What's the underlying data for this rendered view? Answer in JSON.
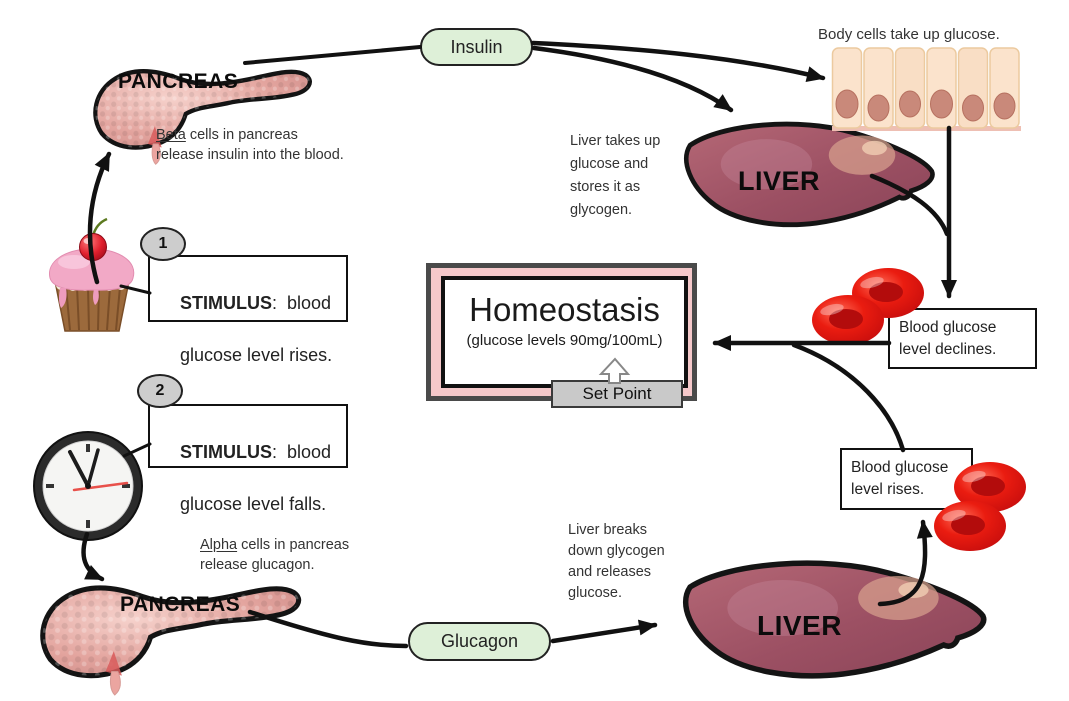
{
  "hormone_labels": {
    "insulin": "Insulin",
    "glucagon": "Glucagon"
  },
  "body_cells": {
    "caption": "Body cells take up glucose."
  },
  "pancreas_top": {
    "label": "PANCREAS",
    "note_underlined": "Beta",
    "note_line1_rest": " cells in pancreas",
    "note_line2": "release insulin into the blood."
  },
  "pancreas_bottom": {
    "label": "PANCREAS",
    "note_underlined": "Alpha",
    "note_line1_rest": " cells in pancreas",
    "note_line2": "release glucagon."
  },
  "liver_top": {
    "label": "LIVER",
    "note_l1": "Liver takes up",
    "note_l2": "glucose and",
    "note_l3": "stores it as",
    "note_l4": "glycogen."
  },
  "liver_bottom": {
    "label": "LIVER",
    "note_l1": "Liver breaks",
    "note_l2": "down glycogen",
    "note_l3": "and releases",
    "note_l4": "glucose."
  },
  "stimulus_1": {
    "badge": "1",
    "bold": "STIMULUS",
    "line1_rest": ":  blood",
    "line2": "glucose level rises."
  },
  "stimulus_2": {
    "badge": "2",
    "bold": "STIMULUS",
    "line1_rest": ":  blood",
    "line2": "glucose level falls."
  },
  "blood_declines": {
    "line1": "Blood glucose",
    "line2": "level declines."
  },
  "blood_rises": {
    "line1": "Blood glucose",
    "line2": "level rises."
  },
  "homeostasis": {
    "title": "Homeostasis",
    "subtitle": "(glucose levels 90mg/100mL)",
    "set_point": "Set Point"
  },
  "colors": {
    "capsule_green": "#def0d8",
    "homeostasis_pink": "#f5c8ca",
    "set_point_gray": "#c9c9c9",
    "badge_gray": "#cdcdcd",
    "blood_cell_red": "#e01212",
    "body_cell_peach": "#fbe3cc",
    "nucleus_mauve": "#c9897a",
    "pancreas_pink": "#e3a49e",
    "liver_maroon": "#9c5063",
    "arrow_black": "#111111"
  }
}
